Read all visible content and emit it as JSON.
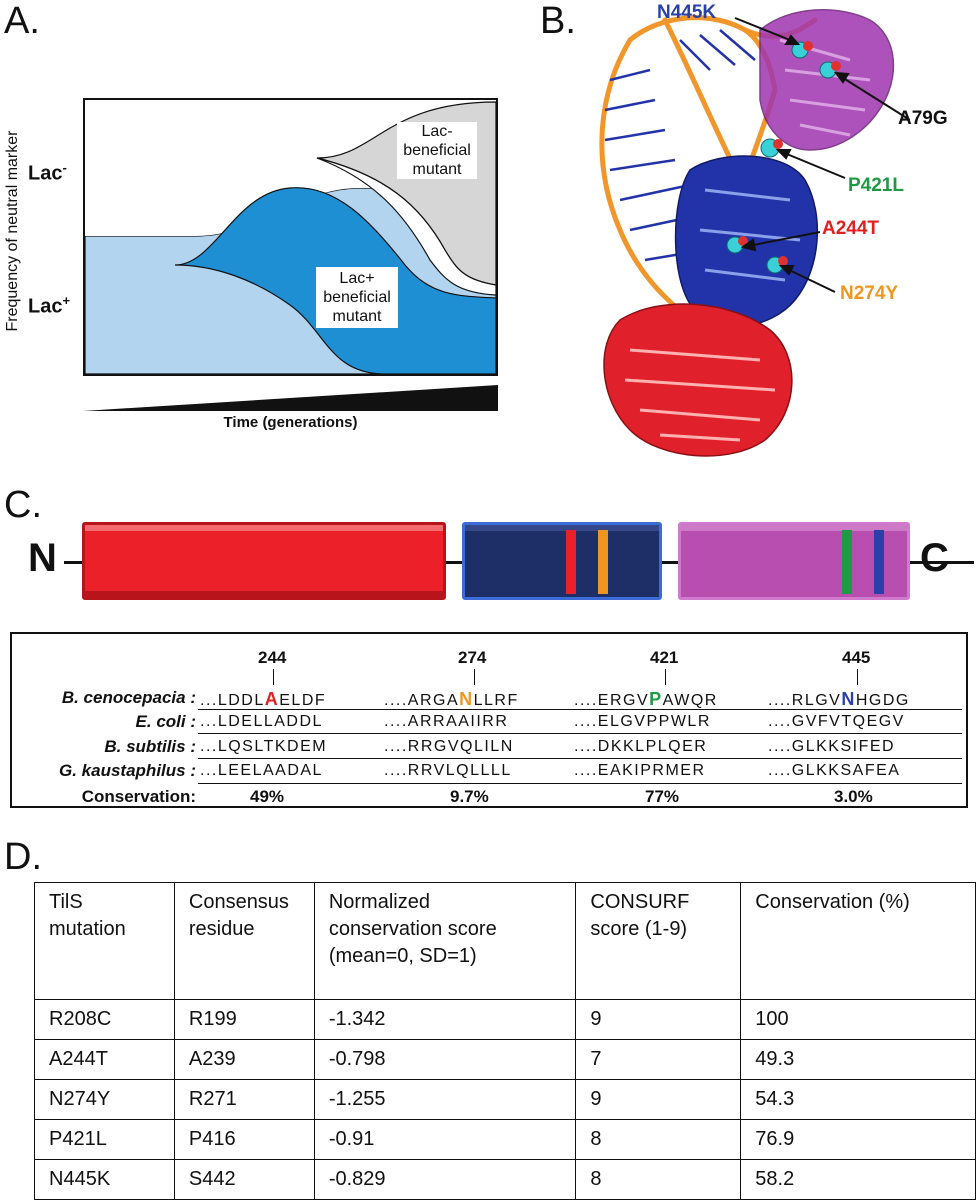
{
  "panels": {
    "a": "A.",
    "b": "B.",
    "c": "C.",
    "d": "D."
  },
  "panel_a": {
    "ylabel": "Frequency of neutral marker",
    "lac_minus": "Lac",
    "lac_minus_sup": "-",
    "lac_plus": "Lac",
    "lac_plus_sup": "+",
    "label_lacminus_mutant": [
      "Lac-",
      "beneficial",
      "mutant"
    ],
    "label_lacplus_mutant": [
      "Lac+",
      "beneficial",
      "mutant"
    ],
    "xlabel": "Time (generations)",
    "colors": {
      "light_blue": "#b3d4ef",
      "blue": "#1f8fd4",
      "gray": "#d6d6d6"
    }
  },
  "panel_b": {
    "labels": [
      {
        "text": "N445K",
        "color": "#2a3fa8"
      },
      {
        "text": "A79G",
        "color": "#111111"
      },
      {
        "text": "P421L",
        "color": "#1e9a44"
      },
      {
        "text": "A244T",
        "color": "#e02020"
      },
      {
        "text": "N274Y",
        "color": "#f0961e"
      }
    ],
    "colors": {
      "rna": "#f0962a",
      "domain1": "#e0202a",
      "domain2": "#2233aa",
      "domain3": "#a035b0"
    }
  },
  "panel_c": {
    "n_term": "N",
    "c_term": "C",
    "domain_colors": [
      "#ec2028",
      "#1e2e66",
      "#b84fb0"
    ],
    "stripe_colors": [
      "#ec2028",
      "#f0961e",
      "#1e9a44",
      "#2a3fa8"
    ],
    "positions": [
      "244",
      "274",
      "421",
      "445"
    ],
    "alignment": [
      {
        "species": "B. cenocepacia :",
        "segments": [
          {
            "pre": "...LDDL",
            "hl": "A",
            "post": "ELDF",
            "hl_color": "#e02020"
          },
          {
            "pre": "....ARGA",
            "hl": "N",
            "post": "LLRF",
            "hl_color": "#f0961e"
          },
          {
            "pre": "....ERGV",
            "hl": "P",
            "post": "AWQR",
            "hl_color": "#1e9a44"
          },
          {
            "pre": "....RLGV",
            "hl": "N",
            "post": "HGDG",
            "hl_color": "#2a3fa8"
          }
        ]
      },
      {
        "species": "E. coli :",
        "segments": [
          "...LDELLADDL",
          "....ARRAAIIRR",
          "....ELGVPPWLR",
          "....GVFVTQEGV"
        ]
      },
      {
        "species": "B. subtilis :",
        "segments": [
          "...LQSLTKDEM",
          "....RRGVQLILN",
          "....DKKLPLQER",
          "....GLKKSIFED"
        ]
      },
      {
        "species": "G. kaustaphilus :",
        "segments": [
          "...LEELAADAL",
          "....RRVLQLLLL",
          "....EAKIPRMER",
          "....GLKKSAFEA"
        ]
      }
    ],
    "conservation_label": "Conservation:",
    "conservation": [
      "49%",
      "9.7%",
      "77%",
      "3.0%"
    ]
  },
  "panel_d": {
    "headers": [
      [
        "TilS",
        "mutation"
      ],
      [
        "Consensus",
        "residue"
      ],
      [
        "Normalized",
        "conservation score",
        "(mean=0, SD=1)"
      ],
      [
        "CONSURF",
        "score (1-9)"
      ],
      [
        "Conservation (%)"
      ]
    ],
    "rows": [
      [
        "R208C",
        "R199",
        "-1.342",
        "9",
        "100"
      ],
      [
        "A244T",
        "A239",
        "-0.798",
        "7",
        "49.3"
      ],
      [
        "N274Y",
        "R271",
        "-1.255",
        "9",
        "54.3"
      ],
      [
        "P421L",
        "P416",
        "-0.91",
        "8",
        "76.9"
      ],
      [
        "N445K",
        "S442",
        "-0.829",
        "8",
        "58.2"
      ]
    ]
  }
}
